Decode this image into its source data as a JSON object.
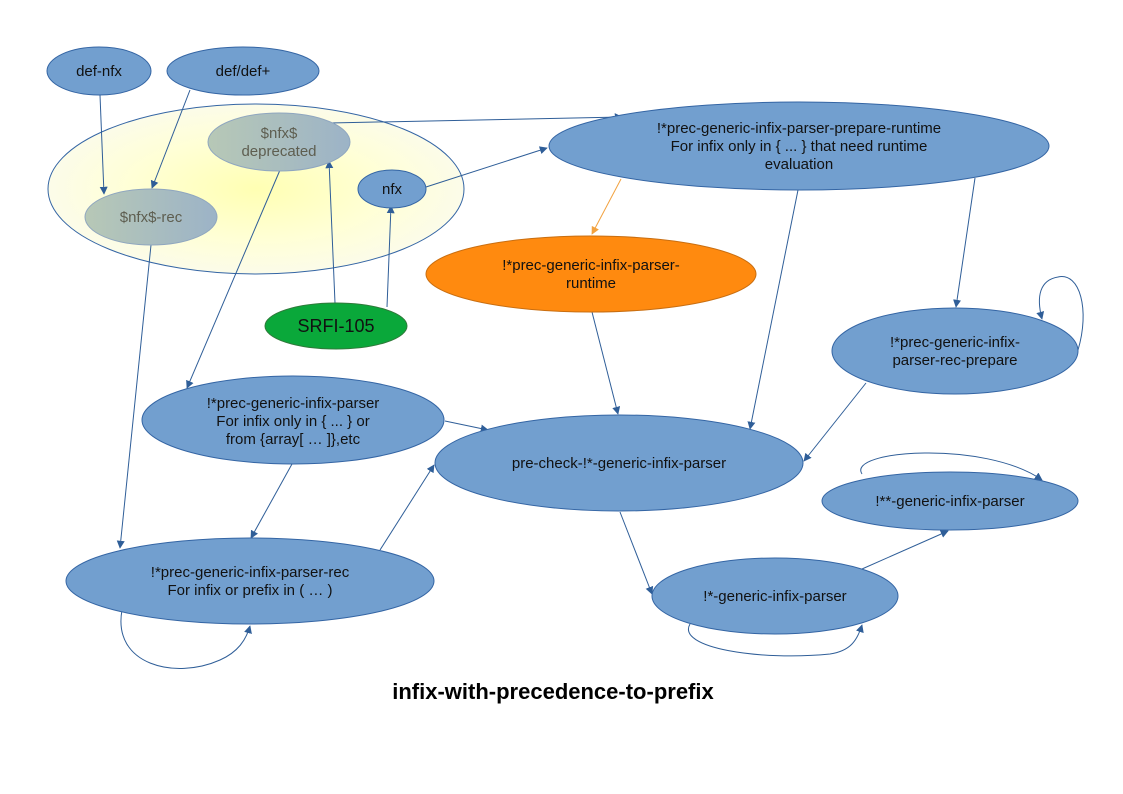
{
  "title": "infix-with-precedence-to-prefix",
  "colors": {
    "node_fill": "#729fcf",
    "node_stroke": "#3465a4",
    "group_fill": "#ffffcc",
    "runtime_fill": "#ff8a0f",
    "srfi_fill": "#0aa83a",
    "edge": "#2f5e98",
    "edge_orange": "#f2a240"
  },
  "nodes": {
    "def_nfx": {
      "label": "def-nfx"
    },
    "def_def_plus": {
      "label": "def/def+"
    },
    "nfx_deprecated": {
      "line1": "$nfx$",
      "line2": "deprecated"
    },
    "nfx_rec": {
      "label": "$nfx$-rec"
    },
    "nfx": {
      "label": "nfx"
    },
    "srfi_105": {
      "label": "SRFI-105"
    },
    "prepare_runtime": {
      "line1": "!*prec-generic-infix-parser-prepare-runtime",
      "line2": "For infix only in { ... } that need runtime",
      "line3": "evaluation"
    },
    "runtime": {
      "line1": "!*prec-generic-infix-parser-",
      "line2": "runtime"
    },
    "rec_prepare": {
      "line1": "!*prec-generic-infix-",
      "line2": "parser-rec-prepare"
    },
    "parser": {
      "line1": "!*prec-generic-infix-parser",
      "line2": "For infix only in { ... } or",
      "line3": "from {array[ … ]},etc"
    },
    "pre_check": {
      "label": "pre-check-!*-generic-infix-parser"
    },
    "double_star": {
      "label": "!**-generic-infix-parser"
    },
    "parser_rec": {
      "line1": "!*prec-generic-infix-parser-rec",
      "line2": "For infix or prefix in ( … )"
    },
    "star_generic": {
      "label": "!*-generic-infix-parser"
    }
  }
}
